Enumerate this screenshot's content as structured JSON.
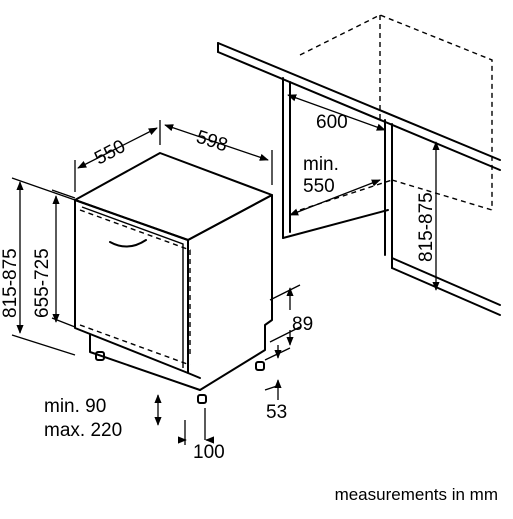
{
  "dimensions": {
    "depth": "550",
    "width": "598",
    "niche_width": "600",
    "niche_depth_min": "min.",
    "niche_depth_value": "550",
    "height_range_outer": "815-875",
    "height_range_inner": "655-725",
    "niche_height_range": "815-875",
    "plinth_top": "89",
    "plinth_bottom": "53",
    "plinth_depth": "100",
    "plinth_height_min": "min. 90",
    "plinth_height_max": "max. 220"
  },
  "caption": "measurements in mm"
}
